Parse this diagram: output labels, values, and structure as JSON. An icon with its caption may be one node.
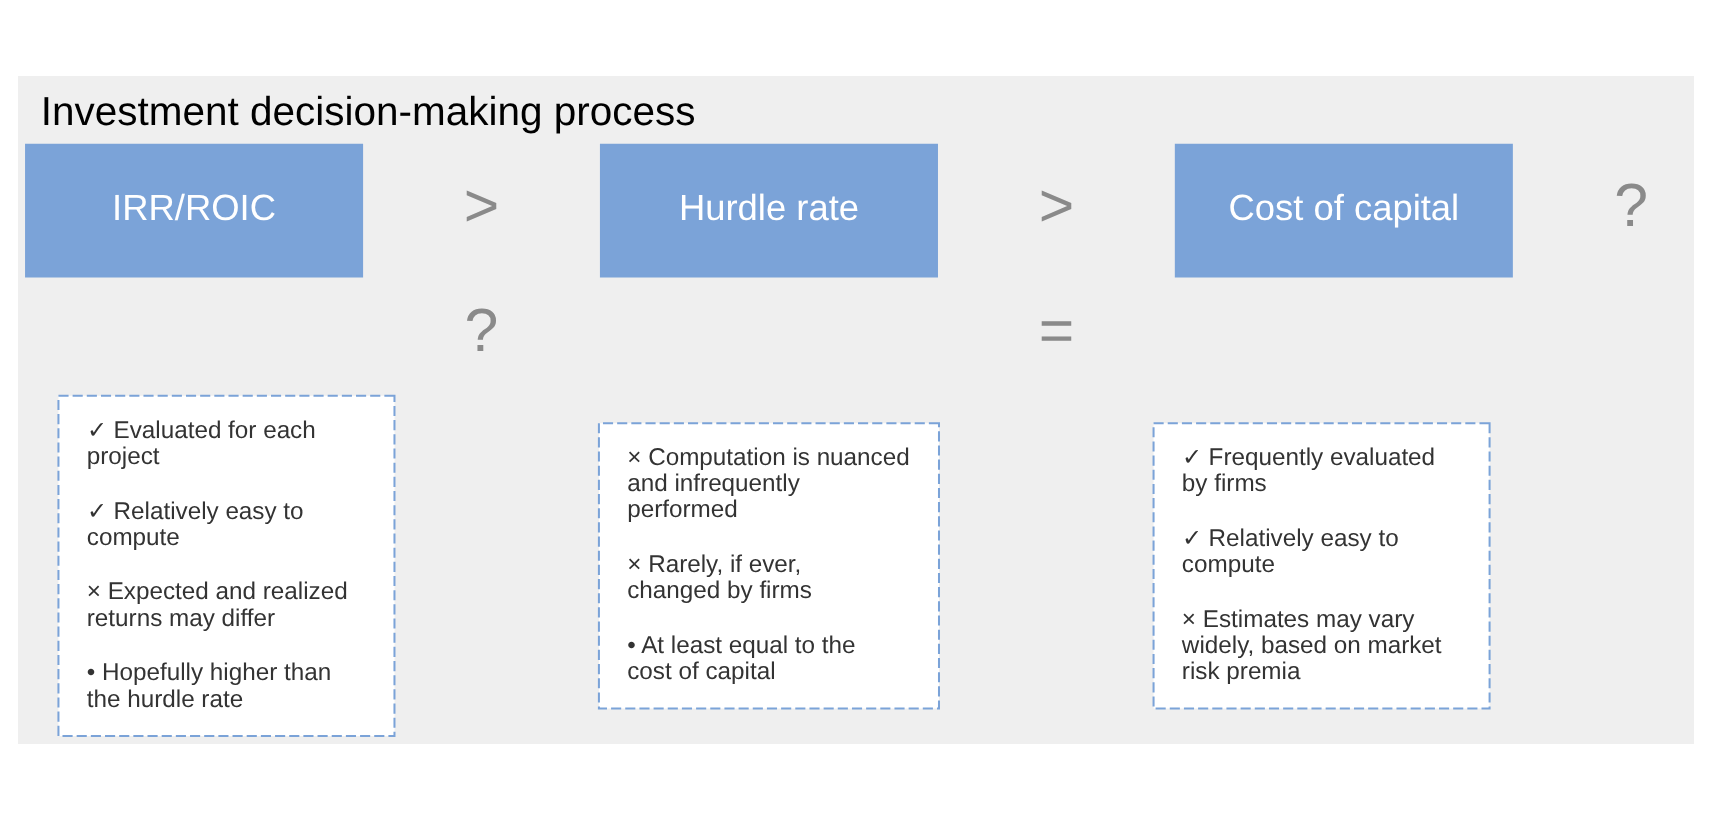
{
  "diagram": {
    "title": "Investment decision-making process",
    "nodes": [
      {
        "text": [
          "IRR/ROIC"
        ]
      },
      {
        "text": [
          "Hurdle rate"
        ]
      },
      {
        "text": [
          "Cost of capital"
        ]
      },
      {
        "text": [
          "✓ Evaluated for each project",
          "✓ Relatively easy to compute",
          "× Expected and realized returns may differ",
          "• Hopefully higher than the hurdle rate"
        ]
      },
      {
        "text": [
          "× Computation is nuanced and infrequently performed",
          "× Rarely, if ever, changed by firms",
          "• At least equal to the cost of capital"
        ]
      },
      {
        "text": [
          "✓ Frequently evaluated by firms",
          "✓ Relatively easy to compute",
          "× Estimates may vary widely, based on market risk premia"
        ]
      }
    ],
    "edges": [],
    "labels": [
      ">",
      "?",
      ">",
      "=",
      "?"
    ]
  }
}
